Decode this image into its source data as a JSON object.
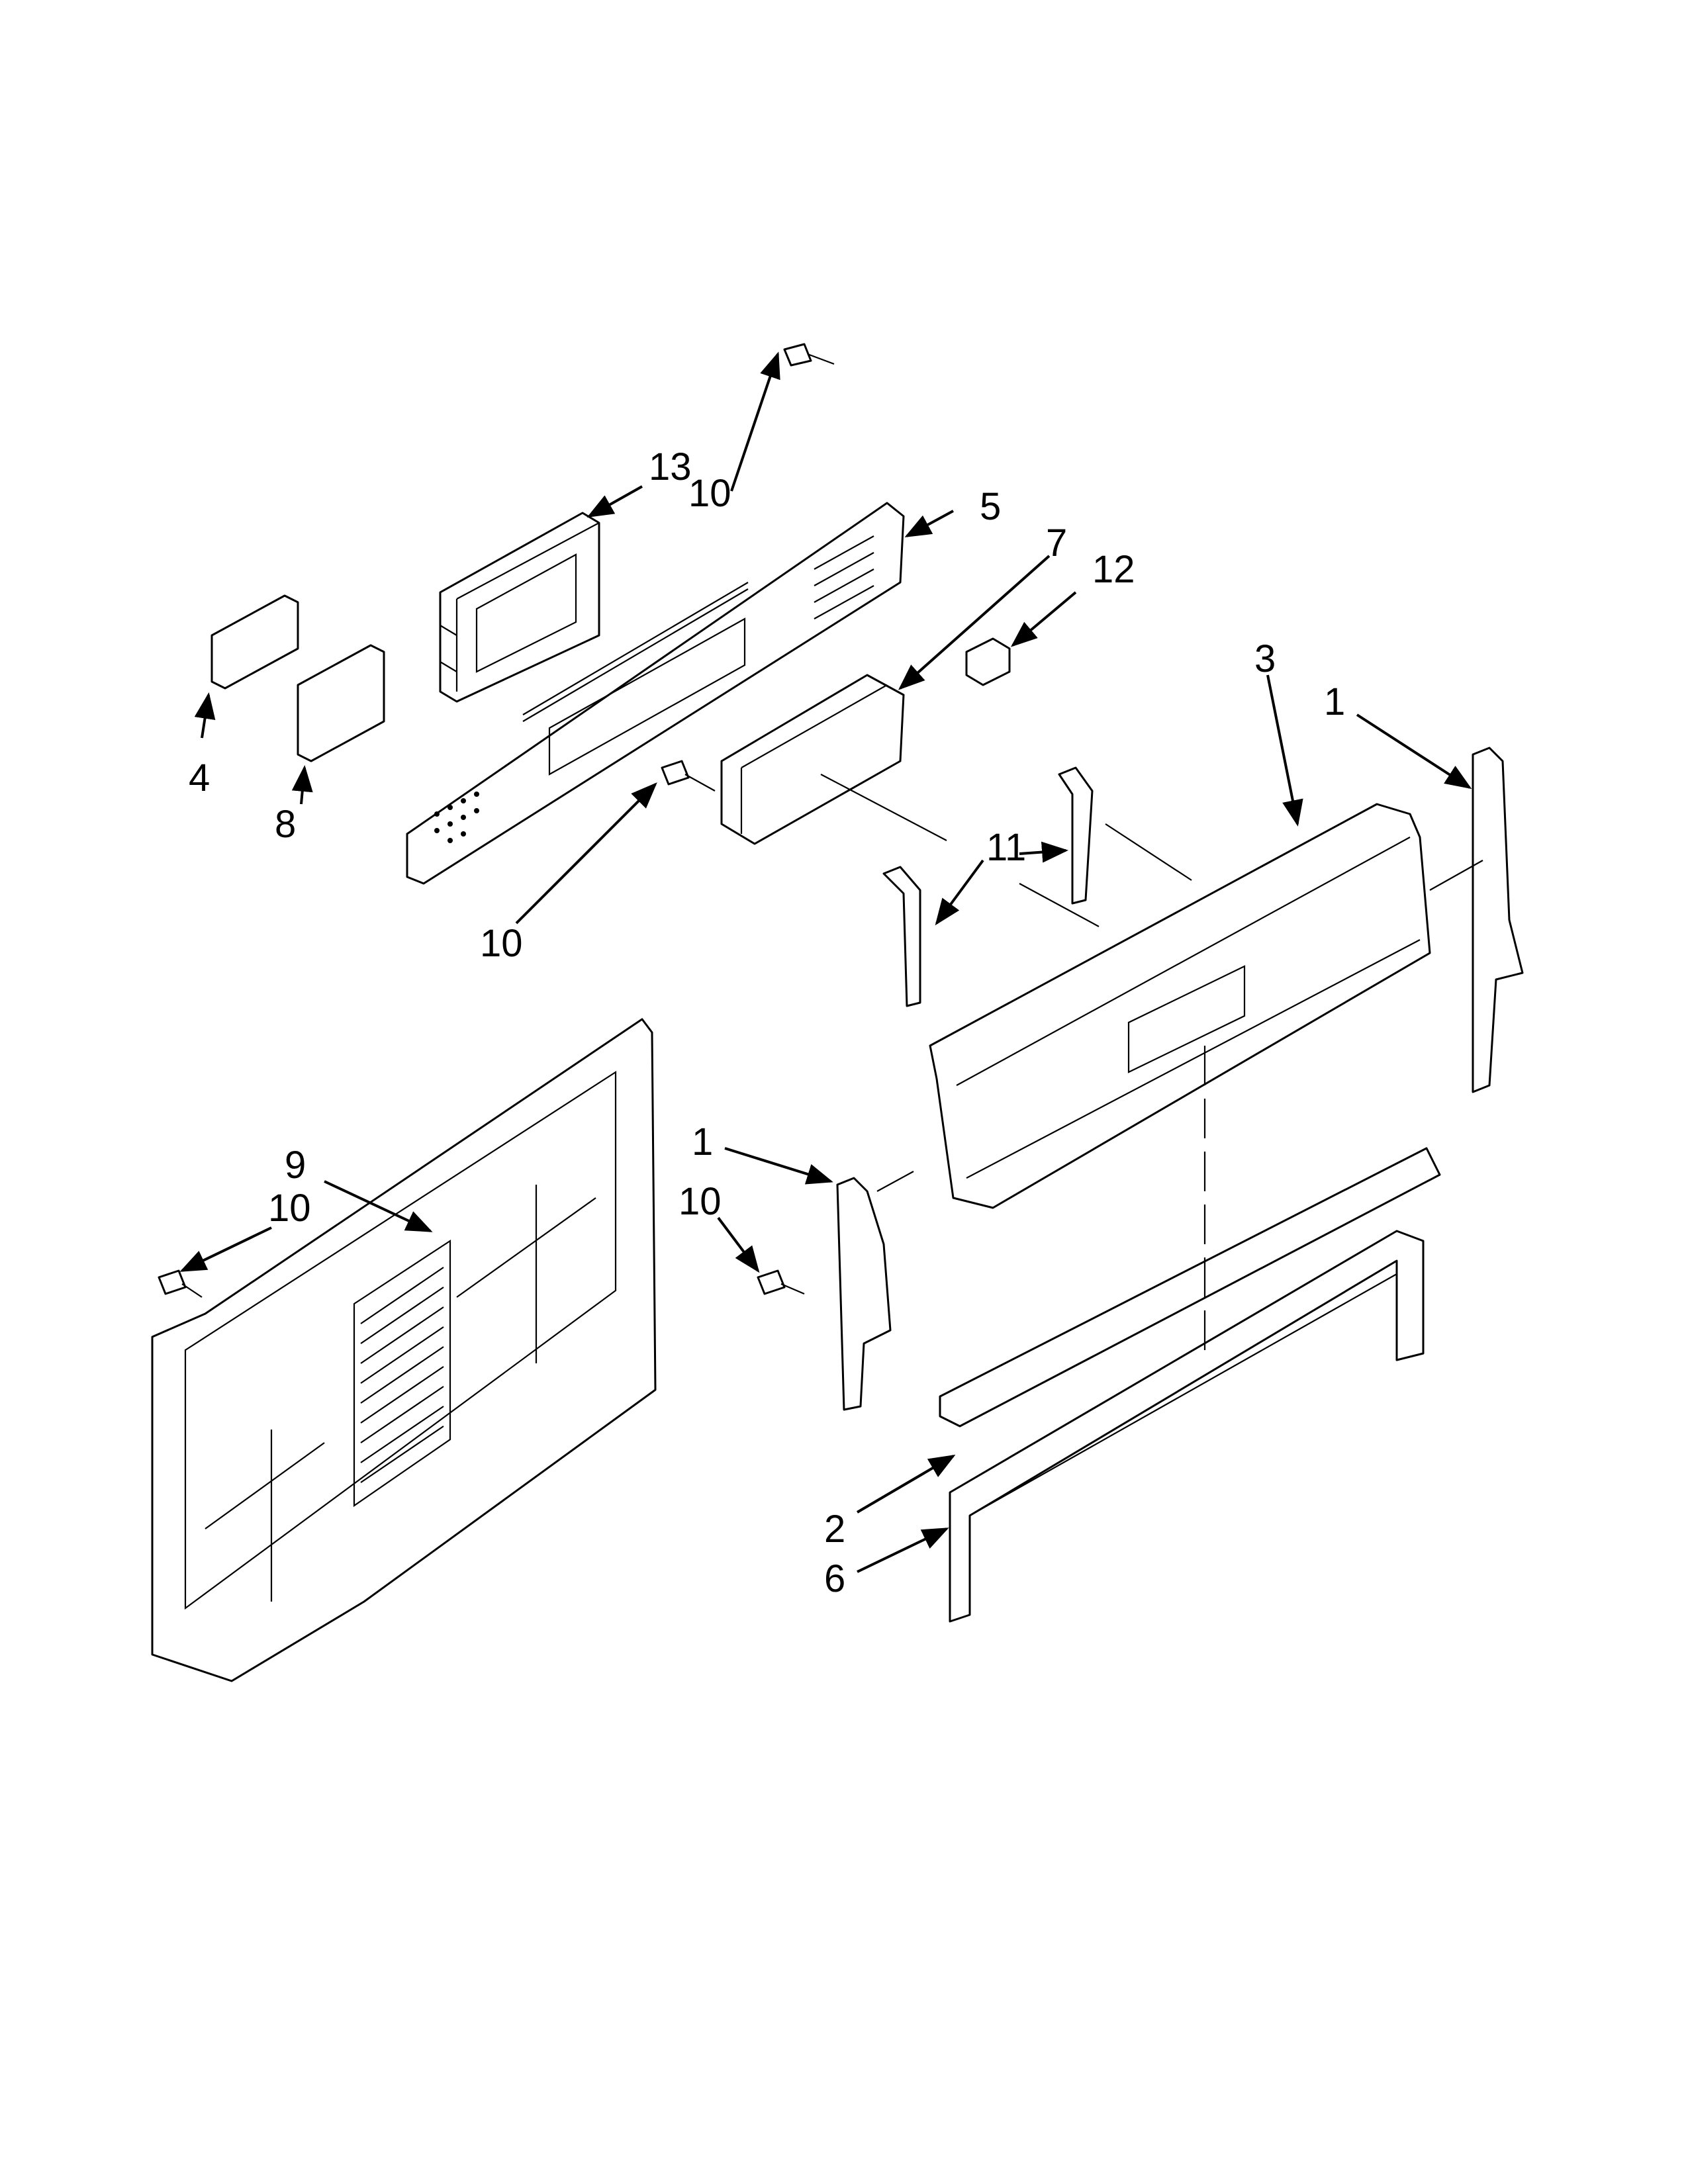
{
  "colors": {
    "line": "#000000",
    "background": "#ffffff"
  },
  "callouts": [
    {
      "id": "c13",
      "label": "13"
    },
    {
      "id": "c10a",
      "label": "10"
    },
    {
      "id": "c5",
      "label": "5"
    },
    {
      "id": "c7",
      "label": "7"
    },
    {
      "id": "c12",
      "label": "12"
    },
    {
      "id": "c3",
      "label": "3"
    },
    {
      "id": "c1a",
      "label": "1"
    },
    {
      "id": "c4",
      "label": "4"
    },
    {
      "id": "c8",
      "label": "8"
    },
    {
      "id": "c11",
      "label": "11"
    },
    {
      "id": "c10b",
      "label": "10"
    },
    {
      "id": "c9",
      "label": "9"
    },
    {
      "id": "c10c",
      "label": "10"
    },
    {
      "id": "c1b",
      "label": "1"
    },
    {
      "id": "c10d",
      "label": "10"
    },
    {
      "id": "c2",
      "label": "2"
    },
    {
      "id": "c6",
      "label": "6"
    }
  ]
}
